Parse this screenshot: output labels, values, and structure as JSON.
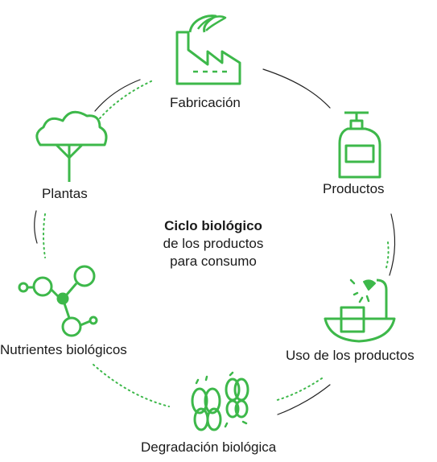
{
  "center": {
    "title": "Ciclo biológico",
    "line2": "de los productos",
    "line3": "para consumo"
  },
  "stages": {
    "fabricacion": "Fabricación",
    "productos": "Productos",
    "uso": "Uso de los productos",
    "degradacion": "Degradación biológica",
    "nutrientes": "Nutrientes biológicos",
    "plantas": "Plantas"
  },
  "icons": {
    "fabricacion": "factory-icon",
    "productos": "bottle-icon",
    "uso": "washbasin-icon",
    "degradacion": "microorganism-icon",
    "nutrientes": "molecule-icon",
    "plantas": "tree-icon"
  },
  "colors": {
    "accent": "#3db84a",
    "line": "#222222",
    "text": "#1a1a1a"
  }
}
